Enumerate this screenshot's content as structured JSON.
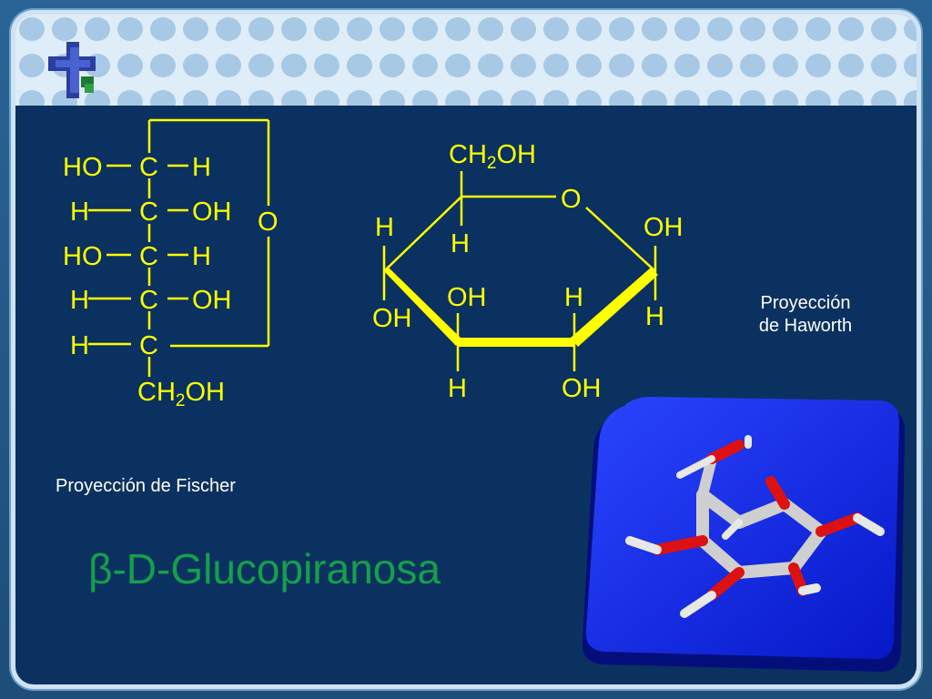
{
  "fischer": {
    "rows": [
      {
        "left": "HO",
        "center": "C",
        "right": "H"
      },
      {
        "left": "H",
        "center": "C",
        "right": "OH"
      },
      {
        "left": "HO",
        "center": "C",
        "right": "H"
      },
      {
        "left": "H",
        "center": "C",
        "right": "OH"
      },
      {
        "left": "H",
        "center": "C",
        "right": ""
      }
    ],
    "ring_oxygen": "O",
    "bottom_group_main": "CH",
    "bottom_group_sub": "2",
    "bottom_group_tail": "OH",
    "caption": "Proyección de Fischer"
  },
  "haworth": {
    "top_group_main": "CH",
    "top_group_sub": "2",
    "top_group_tail": "OH",
    "ring_oxygen": "O",
    "labels": {
      "c5_h": "H",
      "c4_h": "H",
      "c4_oh": "OH",
      "c3_oh_up": "OH",
      "c3_h": "H",
      "c2_h_up": "H",
      "c2_oh": "OH",
      "c1_oh": "OH",
      "c1_h": "H"
    },
    "caption_line1": "Proyección",
    "caption_line2": "de Haworth"
  },
  "title": {
    "prefix": "β",
    "text": "-D-Glucopiranosa"
  },
  "colors": {
    "bonds": "#ffff00",
    "title": "#14a04a",
    "slide_bg": "#0b3160",
    "header_band": "#dfedf8",
    "model_tile": "#0a22e6",
    "caption": "#ffffff"
  }
}
